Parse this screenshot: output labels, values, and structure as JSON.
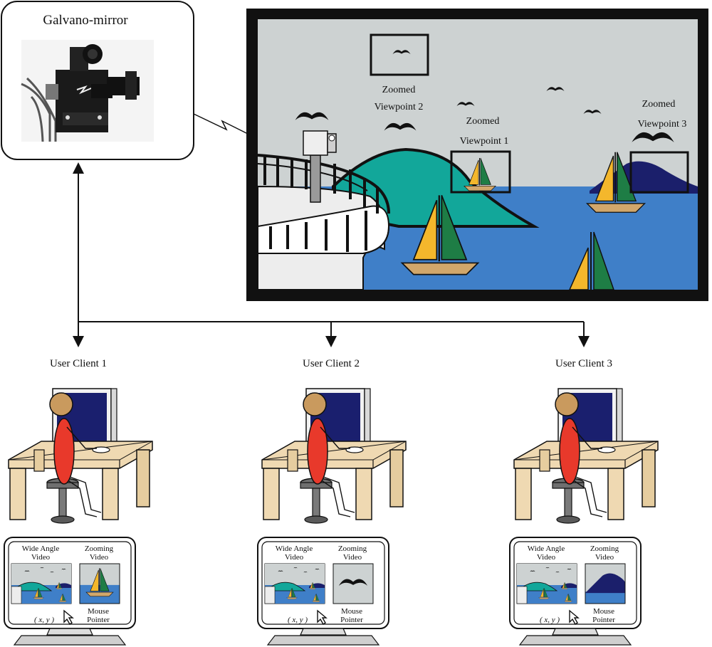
{
  "galvano": {
    "title": "Galvano-mirror"
  },
  "scene": {
    "zoomed_word": "Zoomed",
    "viewpoint1": "Viewpoint 1",
    "viewpoint2": "Viewpoint 2",
    "viewpoint3": "Viewpoint 3"
  },
  "clients": [
    {
      "label": "User Client 1",
      "zoom_content": "sailboat"
    },
    {
      "label": "User Client 2",
      "zoom_content": "bird"
    },
    {
      "label": "User Client 3",
      "zoom_content": "mountain"
    }
  ],
  "monitor": {
    "wide_line1": "Wide Angle",
    "wide_line2": "Video",
    "zoom_line1": "Zooming",
    "zoom_line2": "Video",
    "coords": "( x, y )",
    "mouse_line1": "Mouse",
    "mouse_line2": "Pointer"
  },
  "colors": {
    "sky": "#cdd2d2",
    "sea": "#3f7fc8",
    "teal_hill": "#12a79a",
    "navy_hill": "#1b1f6b",
    "sail_yellow": "#f4b72c",
    "sail_green": "#1e7d45",
    "hull": "#d1a76b",
    "shirt": "#e8392b",
    "head": "#c99a5e",
    "desk": "#efd9b2",
    "screen": "#1a1f6e"
  }
}
